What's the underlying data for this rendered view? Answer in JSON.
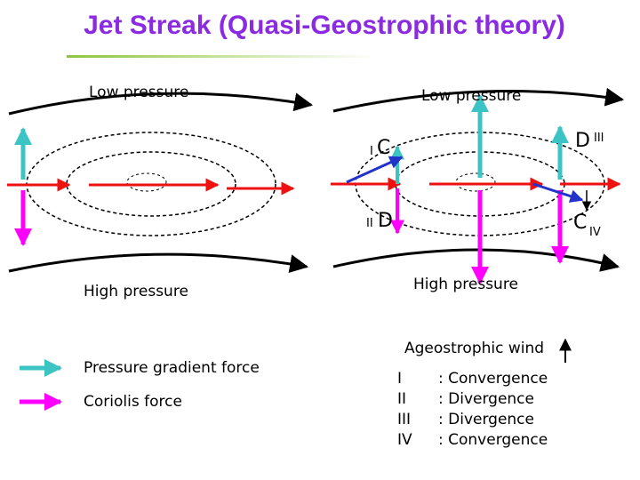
{
  "title": "Jet Streak (Quasi-Geostrophic theory)",
  "left_panel": {
    "top_label": "Low pressure",
    "bottom_label": "High pressure"
  },
  "right_panel": {
    "top_label": "Low pressure",
    "bottom_label": "High pressure",
    "quadrants": [
      {
        "roman": "I",
        "letter": "C"
      },
      {
        "roman": "II",
        "letter": "D"
      },
      {
        "roman": "III",
        "letter": "D"
      },
      {
        "roman": "IV",
        "letter": "C"
      }
    ]
  },
  "legend": {
    "pressure_gradient": "Pressure gradient force",
    "coriolis": "Coriolis force",
    "ageostrophic": "Ageostrophic wind"
  },
  "quadrant_key": [
    {
      "code": "I",
      "text": ": Convergence"
    },
    {
      "code": "II",
      "text": ": Divergence"
    },
    {
      "code": "III",
      "text": ": Divergence"
    },
    {
      "code": "IV",
      "text": ": Convergence"
    }
  ],
  "colors": {
    "title": "#8a2be2",
    "pressure_gradient": "#3cc4c4",
    "coriolis": "#ff00ff",
    "wind": "#ee1111",
    "ageostrophic": "#2233cc"
  }
}
